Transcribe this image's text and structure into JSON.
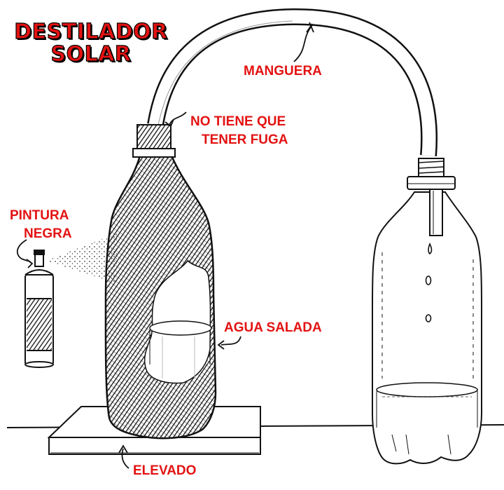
{
  "title": {
    "line1": "DESTILADOR",
    "line2": "SOLAR"
  },
  "labels": {
    "hose": "MANGUERA",
    "no_leak_line1": "NO TIENE QUE",
    "no_leak_line2": "TENER FUGA",
    "paint_line1": "PINTURA",
    "paint_line2": "NEGRA",
    "salt_water": "AGUA SALADA",
    "raised": "ELEVADO"
  },
  "colors": {
    "label_red": "#e31212",
    "ink": "#111111",
    "paper": "#ffffff"
  }
}
